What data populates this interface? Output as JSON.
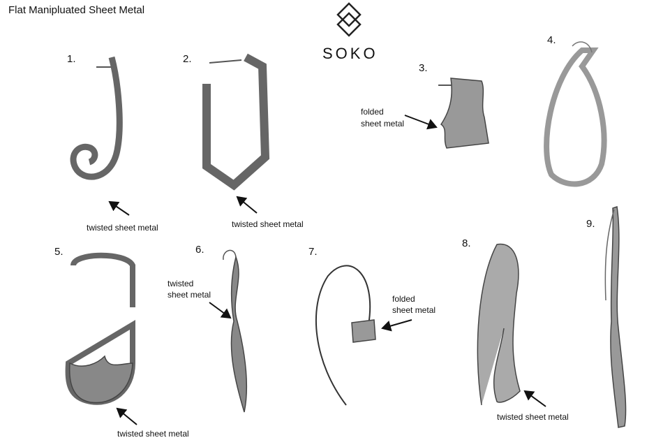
{
  "title": "Flat Manipluated Sheet Metal",
  "brand": {
    "name": "SOKO",
    "logo_icon": "double-diamond-icon"
  },
  "items": [
    {
      "number": "1.",
      "annotation": [
        "twisted sheet metal"
      ]
    },
    {
      "number": "2.",
      "annotation": [
        "twisted sheet metal"
      ]
    },
    {
      "number": "3.",
      "annotation": [
        "folded",
        "sheet metal"
      ]
    },
    {
      "number": "4.",
      "annotation": []
    },
    {
      "number": "5.",
      "annotation": [
        "twisted sheet metal"
      ]
    },
    {
      "number": "6.",
      "annotation": [
        "twisted",
        "sheet metal"
      ]
    },
    {
      "number": "7.",
      "annotation": [
        "folded",
        "sheet metal"
      ]
    },
    {
      "number": "8.",
      "annotation": [
        "twisted sheet metal"
      ]
    },
    {
      "number": "9.",
      "annotation": []
    }
  ]
}
